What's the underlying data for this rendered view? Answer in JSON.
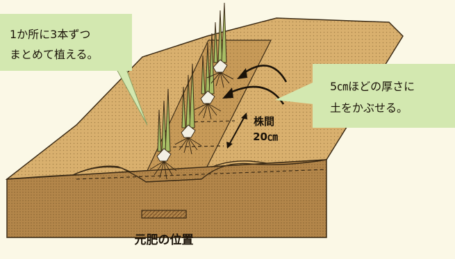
{
  "callouts": {
    "plant": {
      "line1": "1か所に3本ずつ",
      "line2": "まとめて植える。"
    },
    "cover": {
      "line1": "5㎝ほどの厚さに",
      "line2": "土をかぶせる。"
    }
  },
  "labels": {
    "spacing_title": "株間",
    "spacing_value": "20㎝",
    "fertilizer": "元肥の位置"
  },
  "colors": {
    "background": "#fbf8e6",
    "soil_top": "#d9b06e",
    "soil_front": "#b3864a",
    "trench": "#c79a58",
    "callout": "#d3e8b0",
    "outline": "#3a2a15",
    "leaf": "#8aa04a",
    "fertilizer": "#8b5a2b"
  },
  "illustration": {
    "plants": 4,
    "arrows": 2
  }
}
